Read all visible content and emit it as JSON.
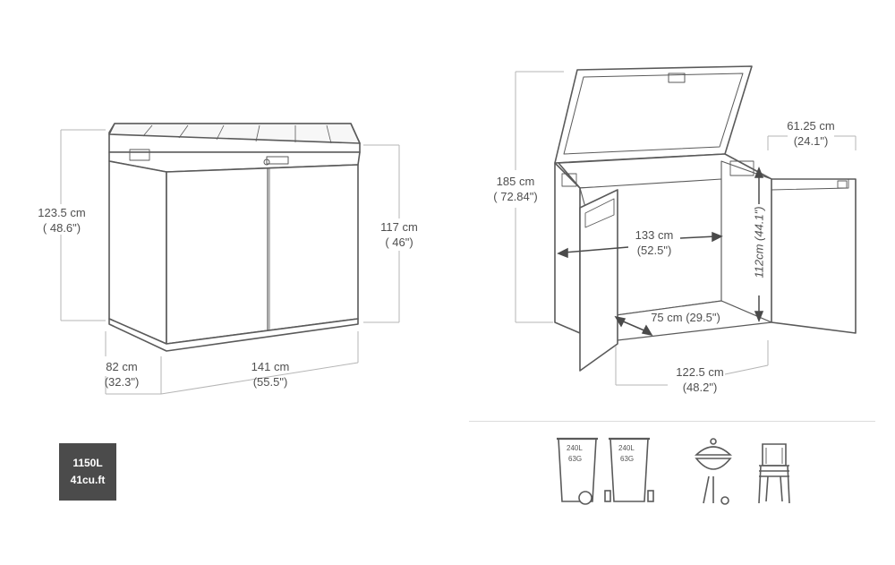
{
  "closed_shed": {
    "height_total": {
      "metric": "123.5 cm",
      "imperial": "( 48.6\")"
    },
    "height_body": {
      "metric": "117 cm",
      "imperial": "( 46\")"
    },
    "depth": {
      "metric": "82 cm",
      "imperial": "(32.3\")"
    },
    "width": {
      "metric": "141 cm",
      "imperial": "(55.5\")"
    }
  },
  "open_shed": {
    "height_open": {
      "metric": "185 cm",
      "imperial": "( 72.84\")"
    },
    "door_depth": {
      "metric": "61.25 cm",
      "imperial": "(24.1\")"
    },
    "inner_width": {
      "metric": "133 cm",
      "imperial": "(52.5\")"
    },
    "inner_height": {
      "label": "112cm (44.1\")"
    },
    "inner_depth": {
      "label": "75 cm (29.5\")"
    },
    "door_width": {
      "metric": "122.5 cm",
      "imperial": "(48.2\")"
    }
  },
  "capacity": {
    "liters": "1150L",
    "cubic_feet": "41cu.ft"
  },
  "fits": {
    "bins": [
      {
        "line1": "240L",
        "line2": "63G",
        "icon": "wheelie-bin-icon"
      },
      {
        "line1": "240L",
        "line2": "63G",
        "icon": "wheelie-bin-icon"
      }
    ],
    "extra_icons": [
      "bbq-grill-icon",
      "stacked-chairs-icon"
    ]
  },
  "colors": {
    "line": "#5a5a5a",
    "dim_line": "#b5b5b5",
    "badge": "#4b4b4b",
    "divider": "#dcdcdc"
  }
}
